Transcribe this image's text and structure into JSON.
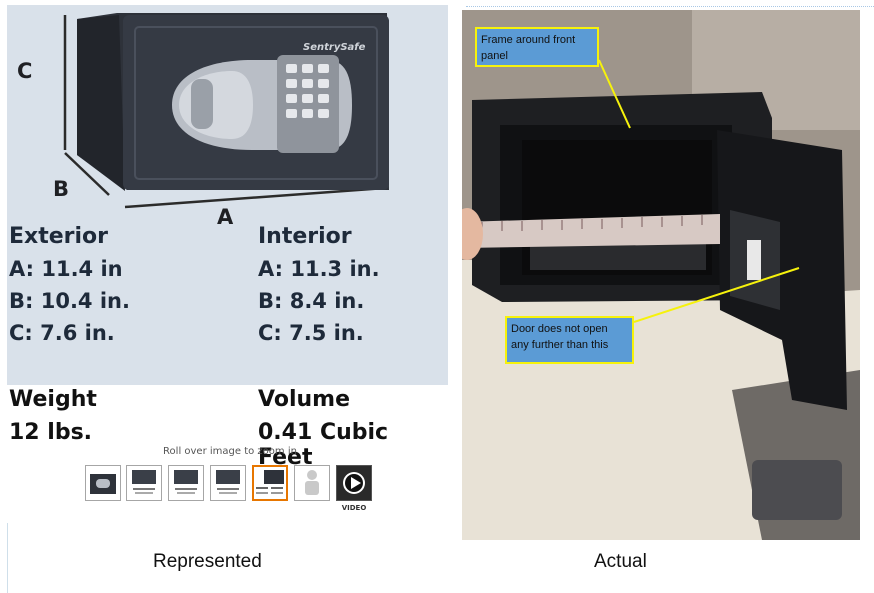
{
  "left": {
    "dim_c": "C",
    "dim_b": "B",
    "dim_a": "A",
    "brand": "SentrySafe",
    "exterior": {
      "heading": "Exterior",
      "a": "A: 11.4 in",
      "b": "B: 10.4 in.",
      "c": "C: 7.6 in."
    },
    "interior": {
      "heading": "Interior",
      "a": "A: 11.3 in.",
      "b": "B: 8.4 in.",
      "c": "C: 7.5 in."
    },
    "weight_label": "Weight",
    "weight_value": "12 lbs.",
    "volume_label": "Volume",
    "volume_value": "0.41 Cubic Feet",
    "zoom_hint": "Roll over image to zoom in",
    "video_label": "VIDEO",
    "thumbnail_count": 7
  },
  "right": {
    "callout_frame": "Frame around front panel",
    "callout_door": "Door does not open any further than this"
  },
  "captions": {
    "represented": "Represented",
    "actual": "Actual"
  },
  "colors": {
    "callout_bg": "#5b9bd5",
    "callout_border": "#f6f20c",
    "thumb_selected": "#e77600"
  }
}
